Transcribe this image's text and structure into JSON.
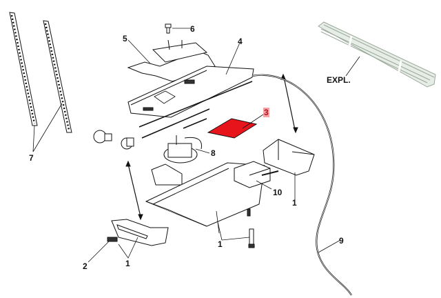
{
  "diagram": {
    "type": "exploded parts diagram",
    "colors": {
      "line": "#111111",
      "highlight_part": "#e8141c",
      "highlight_label_bg": "#f5a3a6",
      "highlight_label_text": "#b0121a",
      "rail": "#c9d3c9"
    },
    "labels": {
      "part_1a": "1",
      "part_1b": "1",
      "part_1c": "1",
      "part_2": "2",
      "part_3": "3",
      "part_4": "4",
      "part_5": "5",
      "part_6": "6",
      "part_7": "7",
      "part_8": "8",
      "part_9": "9",
      "part_10": "10",
      "expl": "EXPL."
    },
    "highlighted_part": "3"
  }
}
